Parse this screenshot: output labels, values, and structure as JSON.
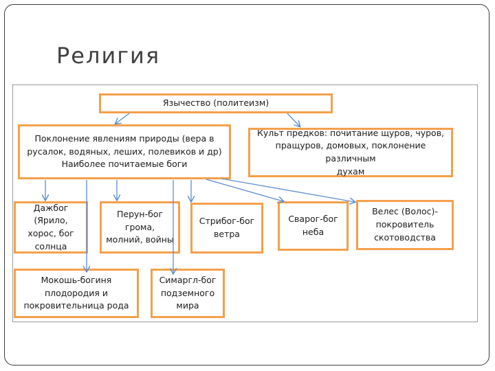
{
  "slide": {
    "title": "Религия"
  },
  "diagram": {
    "root": "Язычество (политеизм)",
    "nature": "Поклонение явлениям природы (вера в\nрусалок, водяных, леших, полевиков и др)\nНаиболее почитаемые боги",
    "ancestors": "Культ предков: почитание щуров, чуров,\nпращуров, домовых, поклонение различным\nдухам",
    "gods": {
      "dazhbog": "Дажбог (Ярило,\nхорос, бог\nсолнца",
      "perun": "Перун-бог\nгрома,\nмолний, войны",
      "stribog": "Стрибог-бог\nветра",
      "svarog": "Сварог-бог\nнеба",
      "veles": "Велес (Волос)-\nпокровитель\nскотоводства",
      "mokosh": "Мокошь-богиня\nплодородия и\nпокровительница рода",
      "simargl": "Симаргл-бог\nподземного\nмира"
    },
    "colors": {
      "box_border": "#f4a04a",
      "arrow": "#5b8ccf"
    }
  }
}
